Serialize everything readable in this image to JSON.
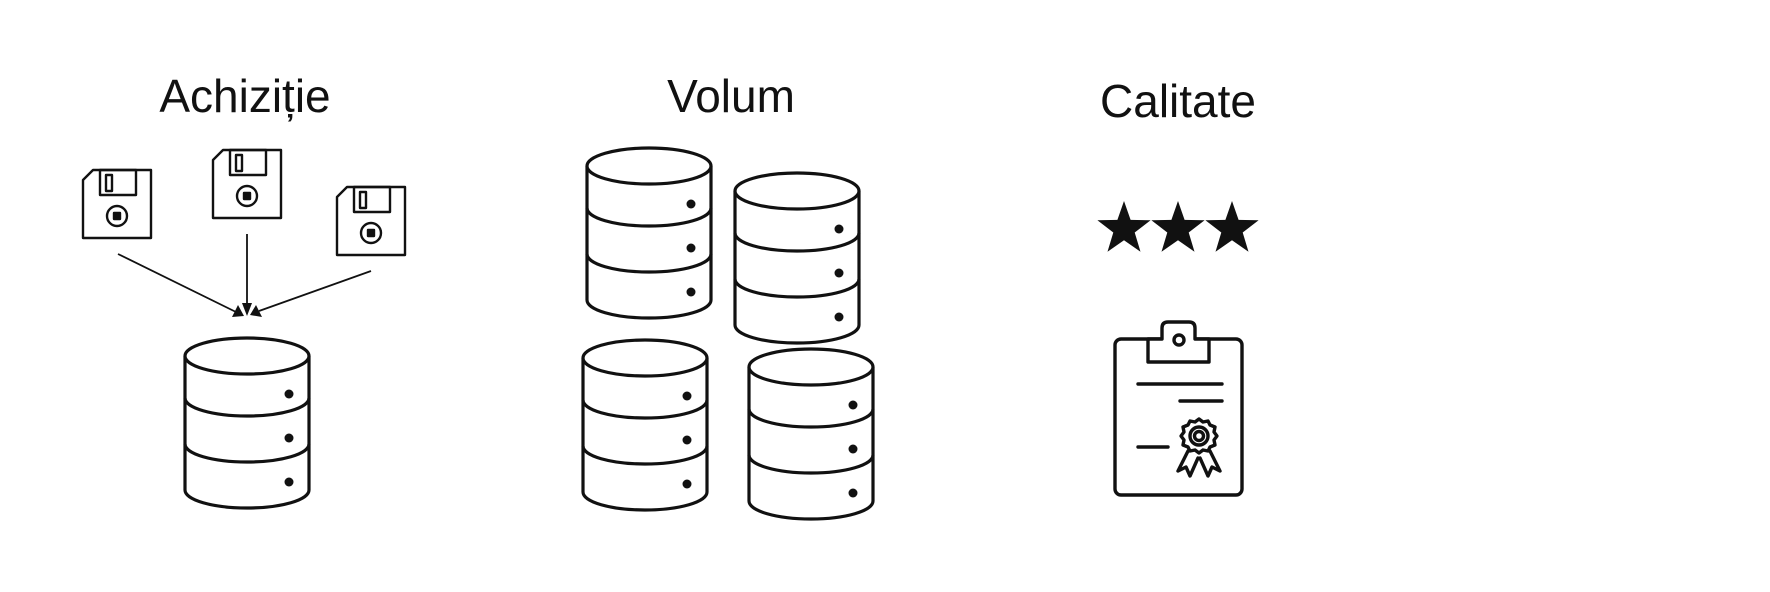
{
  "sections": {
    "acquisition": {
      "title": "Achiziție",
      "icons": [
        "floppy-disk-icon",
        "floppy-disk-icon",
        "floppy-disk-icon",
        "database-icon"
      ]
    },
    "volume": {
      "title": "Volum",
      "icons": [
        "database-icon",
        "database-icon",
        "database-icon",
        "database-icon"
      ]
    },
    "quality": {
      "title": "Calitate",
      "stars": 3,
      "icons": [
        "star-icon",
        "certificate-clipboard-icon"
      ]
    }
  },
  "colors": {
    "stroke": "#111111",
    "background": "#ffffff"
  }
}
